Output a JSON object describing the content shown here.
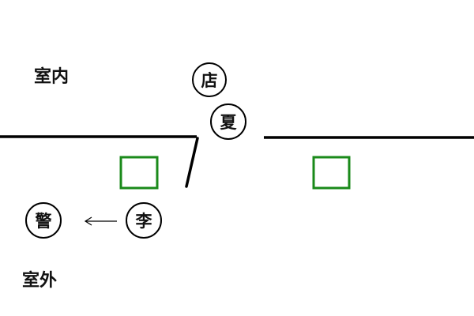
{
  "labels": {
    "indoor": "室内",
    "outdoor": "室外"
  },
  "characters": {
    "shop": "店",
    "xia": "夏",
    "li": "李",
    "police": "警"
  },
  "colors": {
    "line": "#000000",
    "box": "#1a8a1a",
    "text": "#111111"
  }
}
